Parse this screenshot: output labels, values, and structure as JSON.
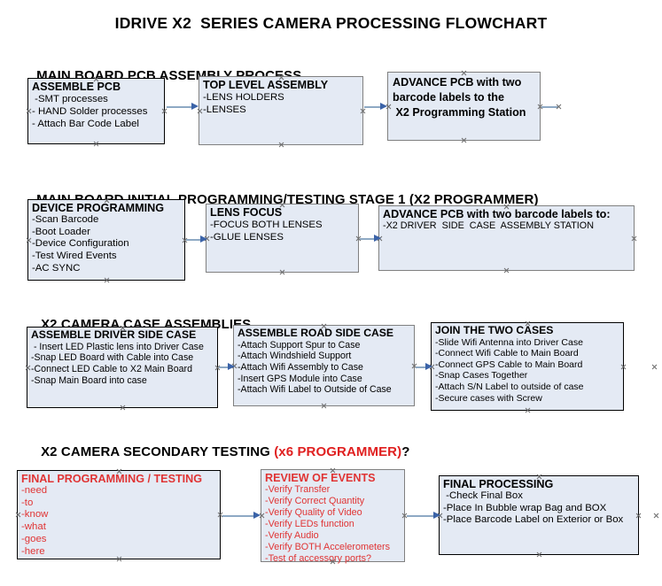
{
  "document": {
    "title": "IDRIVE X2  SERIES CAMERA PROCESSING FLOWCHART"
  },
  "sections": [
    {
      "id": "main-board-pcb-assembly",
      "heading": "MAIN BOARD PCB ASSEMBLY PROCESS",
      "heading_accent": "",
      "heading_suffix": "",
      "nodes": [
        {
          "id": "assemble-pcb",
          "title": "ASSEMBLE PCB",
          "lines": [
            " -SMT processes",
            "- HAND Solder processes",
            "- Attach Bar Code Label"
          ]
        },
        {
          "id": "top-level-assembly",
          "title": "TOP LEVEL ASSEMBLY",
          "lines": [
            "-LENS HOLDERS",
            "-LENSES"
          ]
        },
        {
          "id": "advance-pcb-to-x2-programming-station",
          "title": "ADVANCE PCB with two\nbarcode labels to the\n X2 Programming Station",
          "lines": []
        }
      ]
    },
    {
      "id": "main-board-initial-programming",
      "heading": "MAIN BOARD INITIAL PROGRAMMING/TESTING STAGE 1 (X2 PROGRAMMER)",
      "heading_accent": "",
      "heading_suffix": "",
      "nodes": [
        {
          "id": "device-programming",
          "title": "DEVICE PROGRAMMING",
          "lines": [
            "-Scan Barcode",
            "-Boot Loader",
            "-Device Configuration",
            "-Test Wired Events",
            "-AC SYNC"
          ]
        },
        {
          "id": "lens-focus",
          "title": "LENS FOCUS",
          "lines": [
            "-FOCUS BOTH LENSES",
            "-GLUE LENSES"
          ]
        },
        {
          "id": "advance-pcb-to-driver-side-case-station",
          "title": "ADVANCE PCB with two barcode labels to:",
          "lines": [
            "-X2 DRIVER  SIDE  CASE  ASSEMBLY STATION"
          ]
        }
      ]
    },
    {
      "id": "x2-camera-case-assemblies",
      "heading": "X2 CAMERA CASE ASSEMBLIES",
      "heading_accent": "",
      "heading_suffix": "",
      "nodes": [
        {
          "id": "assemble-driver-side-case",
          "title": "ASSEMBLE DRIVER SIDE CASE",
          "lines": [
            " - Insert LED Plastic lens into Driver Case",
            "-Snap LED Board with Cable into Case",
            "-Connect LED Cable to X2 Main Board",
            "-Snap Main Board into case"
          ]
        },
        {
          "id": "assemble-road-side-case",
          "title": "ASSEMBLE ROAD SIDE CASE",
          "lines": [
            "-Attach Support Spur to Case",
            "-Attach Windshield Support",
            "-Attach Wifi Assembly to Case",
            "-Insert GPS Module into Case",
            "-Attach Wifi Label to Outside of Case"
          ]
        },
        {
          "id": "join-the-two-cases",
          "title": "JOIN THE TWO CASES",
          "lines": [
            "-Slide Wifi Antenna into Driver Case",
            "-Connect Wifi Cable to Main Board",
            "-Connect GPS Cable to Main Board",
            "-Snap Cases Together",
            "-Attach S/N Label to outside of case",
            "-Secure cases with Screw"
          ]
        }
      ]
    },
    {
      "id": "x2-camera-secondary-testing",
      "heading": "X2 CAMERA SECONDARY TESTING ",
      "heading_accent": "(x6 PROGRAMMER)",
      "heading_suffix": "?",
      "nodes": [
        {
          "id": "final-programming-testing",
          "title": "FINAL PROGRAMMING / TESTING",
          "lines": [
            "-need",
            "-to",
            "-know",
            "-what",
            "-goes",
            "-here"
          ]
        },
        {
          "id": "review-of-events",
          "title": "REVIEW OF EVENTS",
          "lines": [
            "-Verify Transfer",
            "-Verify Correct Quantity",
            "-Verify Quality of Video",
            "-Verify LEDs function",
            "-Verify Audio",
            "-Verify BOTH Accelerometers",
            "-Test of accessory ports?"
          ]
        },
        {
          "id": "final-processing",
          "title": "FINAL PROCESSING",
          "lines": [
            " -Check Final Box",
            "-Place In Bubble wrap Bag and BOX",
            "-Place Barcode Label on Exterior or Box"
          ]
        }
      ]
    }
  ],
  "colors": {
    "box_fill": "#e4eaf4",
    "box_border_black": "#000000",
    "box_border_gray": "#808080",
    "arrow_shaft": "#8ea9c4",
    "arrow_head": "#3b63a8",
    "accent_red": "#e03434",
    "text": "#000000"
  }
}
